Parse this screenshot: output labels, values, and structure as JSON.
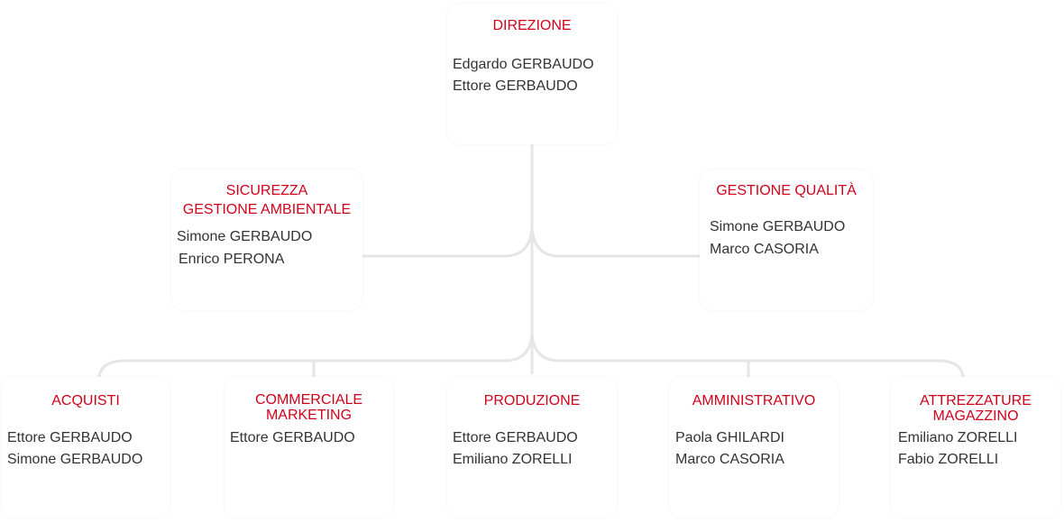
{
  "colors": {
    "title": "#d0021b",
    "text": "#333333",
    "connector": "#e6e6e6"
  },
  "direzione": {
    "title": "DIREZIONE",
    "members": [
      "Edgardo GERBAUDO",
      "Ettore GERBAUDO"
    ]
  },
  "sicurezza": {
    "title_line1": "SICUREZZA",
    "title_line2": "GESTIONE AMBIENTALE",
    "members": [
      "Simone GERBAUDO",
      "Enrico PERONA"
    ]
  },
  "qualita": {
    "title": "GESTIONE QUALITÀ",
    "members": [
      "Simone GERBAUDO",
      "Marco CASORIA"
    ]
  },
  "acquisti": {
    "title": "ACQUISTI",
    "members": [
      "Ettore GERBAUDO",
      "Simone GERBAUDO"
    ]
  },
  "commerciale": {
    "title_line1": "COMMERCIALE",
    "title_line2": "MARKETING",
    "members": [
      "Ettore GERBAUDO"
    ]
  },
  "produzione": {
    "title": "PRODUZIONE",
    "members": [
      "Ettore GERBAUDO",
      "Emiliano ZORELLI"
    ]
  },
  "amministrativo": {
    "title": "AMMINISTRATIVO",
    "members": [
      "Paola GHILARDI",
      "Marco CASORIA"
    ]
  },
  "attrezzature": {
    "title_line1": "ATTREZZATURE",
    "title_line2": "MAGAZZINO",
    "members": [
      "Emiliano ZORELLI",
      "Fabio ZORELLI"
    ]
  }
}
